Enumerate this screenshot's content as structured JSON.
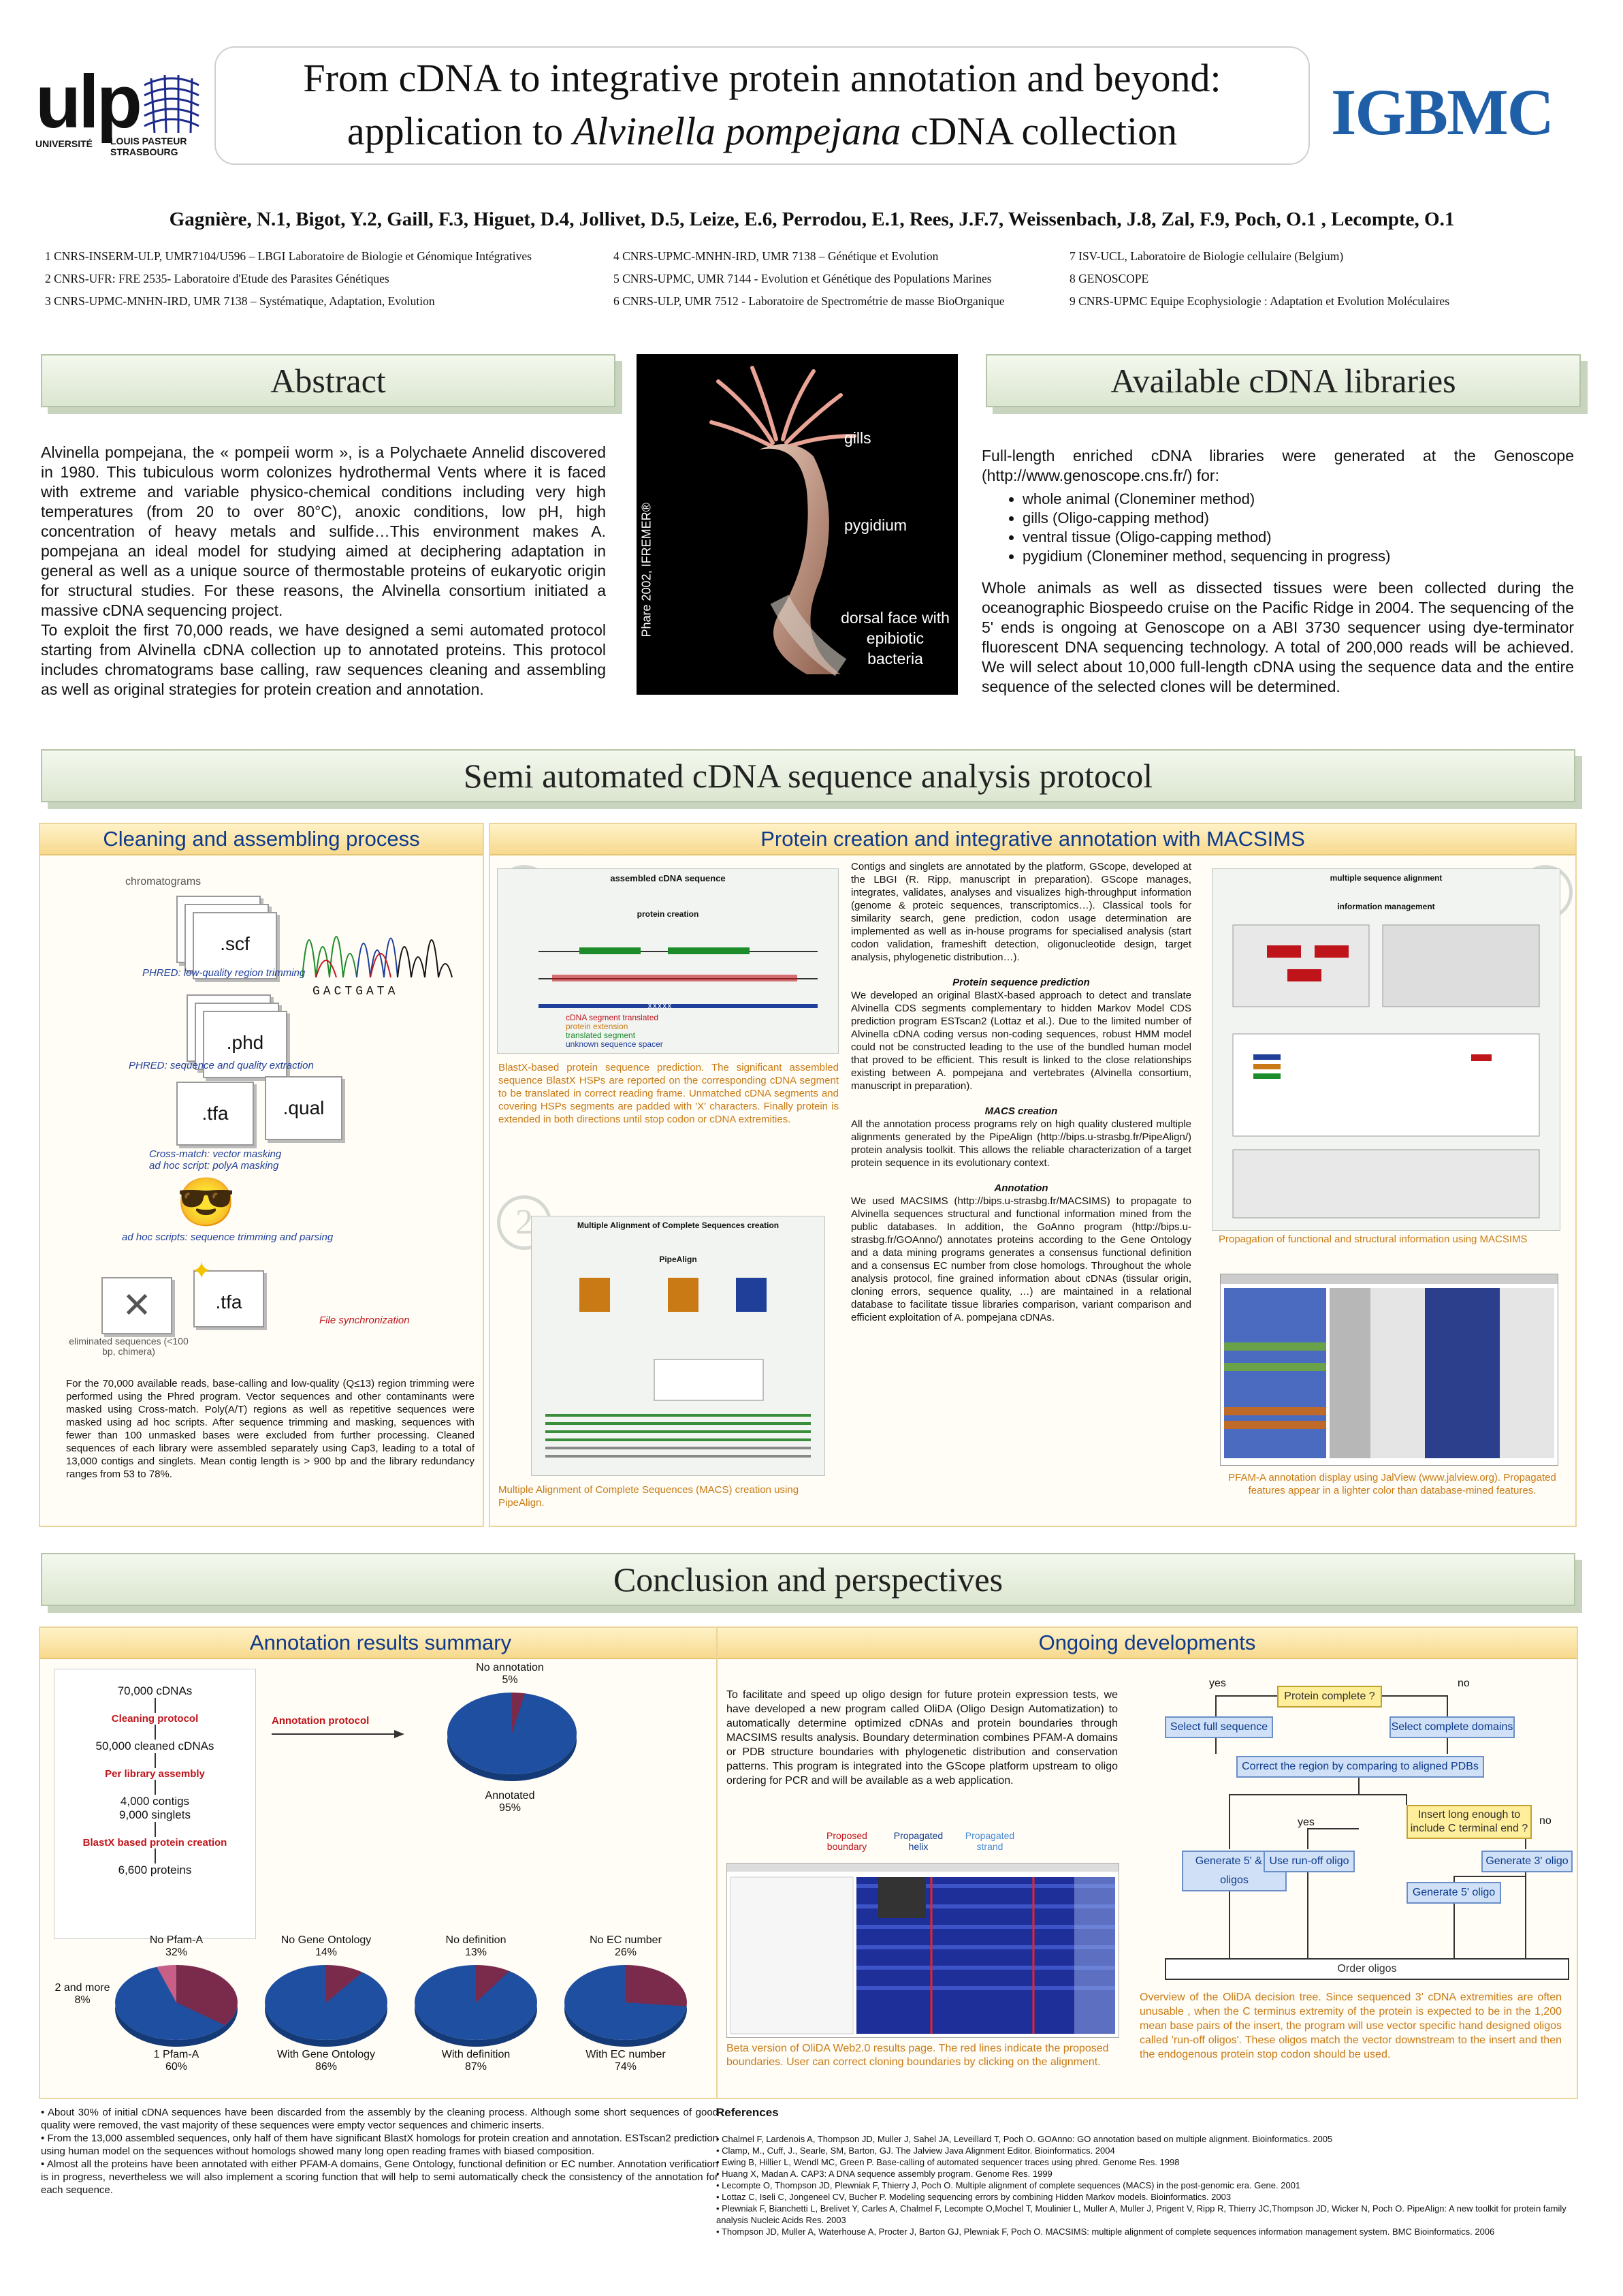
{
  "header": {
    "ulp_logo": "ulp",
    "ulp_sub1": "UNIVERSITÉ",
    "ulp_sub2": "LOUIS PASTEUR",
    "ulp_sub3": "STRASBOURG",
    "title_line1": "From cDNA to integrative protein annotation and beyond:",
    "title_line2_pre": "application to ",
    "title_line2_italic": "Alvinella pompejana",
    "title_line2_post": " cDNA collection",
    "igbmc_logo": "IGBMC",
    "authors": "Gagnière, N.1, Bigot, Y.2, Gaill, F.3, Higuet, D.4, Jollivet, D.5, Leize, E.6, Perrodou, E.1, Rees, J.F.7, Weissenbach, J.8, Zal, F.9, Poch, O.1 , Lecompte, O.1",
    "affiliations": [
      "1 CNRS-INSERM-ULP, UMR7104/U596 – LBGI Laboratoire de Biologie et Génomique Intégratives",
      "2 CNRS-UFR: FRE 2535- Laboratoire d'Etude des Parasites Génétiques",
      "3 CNRS-UPMC-MNHN-IRD, UMR 7138 – Systématique, Adaptation, Evolution",
      "4 CNRS-UPMC-MNHN-IRD, UMR 7138 – Génétique et Evolution",
      "5 CNRS-UPMC, UMR 7144 - Evolution et Génétique des Populations Marines",
      "6 CNRS-ULP, UMR 7512 - Laboratoire de Spectrométrie de masse BioOrganique",
      "7 ISV-UCL, Laboratoire de Biologie cellulaire (Belgium)",
      "8 GENOSCOPE",
      "9 CNRS-UPMC Equipe Ecophysiologie : Adaptation et Evolution Moléculaires"
    ]
  },
  "abstract": {
    "title": "Abstract",
    "p1": "Alvinella pompejana, the « pompeii worm », is a Polychaete Annelid discovered in 1980. This tubiculous worm colonizes hydrothermal Vents where it is faced with extreme and variable physico-chemical conditions including very high temperatures (from 20 to over 80°C), anoxic conditions, low pH, high concentration of heavy metals and sulfide…This environment makes A. pompejana an ideal model for studying aimed at deciphering adaptation in general as well as a unique source of thermostable proteins of eukaryotic origin for structural studies. For these reasons, the Alvinella consortium initiated a massive cDNA sequencing project.",
    "p2": "To exploit the first 70,000 reads, we have designed a semi automated protocol starting from Alvinella cDNA collection up to annotated proteins. This protocol includes chromatograms base calling, raw sequences cleaning and assembling as well as original strategies for protein creation and annotation."
  },
  "photo": {
    "label_gills": "gills",
    "label_pygidium": "pygidium",
    "label_dorsal": "dorsal face with epibiotic bacteria",
    "credit": "Phare 2002, IFREMER®"
  },
  "libraries": {
    "title": "Available cDNA libraries",
    "intro": "Full-length enriched cDNA libraries were generated at the Genoscope (http://www.genoscope.cns.fr/) for:",
    "items": [
      "whole animal (Cloneminer method)",
      "gills (Oligo-capping method)",
      "ventral tissue (Oligo-capping method)",
      "pygidium (Cloneminer method, sequencing in progress)"
    ],
    "p2": "Whole animals as well as dissected tissues were been collected during the oceanographic Biospeedo cruise on the Pacific Ridge in 2004. The sequencing of the 5' ends is ongoing at Genoscope on a ABI 3730 sequencer using dye-terminator fluorescent DNA sequencing technology. A total of 200,000 reads will be achieved. We will select about 10,000 full-length cDNA using the sequence data and the entire sequence of the selected clones will be determined."
  },
  "protocol": {
    "title": "Semi automated cDNA sequence analysis protocol",
    "cleaning": {
      "title": "Cleaning and assembling process",
      "chromatograms": "chromatograms",
      "scf": ".scf",
      "phred1": "PHRED: low-quality region trimming",
      "seq": "GACTGATA",
      "phd": ".phd",
      "phred2": "PHRED: sequence and quality extraction",
      "tfa": ".tfa",
      "qual": ".qual",
      "crossmatch": "Cross-match: vector masking",
      "adhoc1": "ad hoc script: polyA masking",
      "adhoc2": "ad hoc scripts: sequence trimming and parsing",
      "filesync": "File synchronization",
      "eliminated": "eliminated sequences (<100 bp, chimera)",
      "text": "For the 70,000 available reads, base-calling and low-quality (Q≤13) region trimming were performed using the Phred program. Vector sequences and other contaminants were masked using Cross-match. Poly(A/T) regions as well as repetitive sequences were masked using ad hoc scripts. After sequence trimming and masking, sequences with fewer than 100 unmasked bases were excluded from further processing. Cleaned sequences of each library were assembled separately using Cap3, leading to a total of 13,000 contigs and singlets. Mean contig length is > 900 bp and the library redundancy ranges from 53 to 78%."
    },
    "macsims": {
      "title": "Protein creation and integrative annotation with MACSIMS",
      "fig1_title": "assembled cDNA sequence",
      "fig1_sub": "protein creation",
      "fig1_legend": [
        "cDNA segment translated",
        "protein extension",
        "translated segment",
        "unknown sequence spacer"
      ],
      "fig1_caption": "BlastX-based protein sequence prediction. The significant assembled sequence BlastX HSPs are reported on the corresponding cDNA segment to be translated in correct reading frame. Unmatched cDNA segments and covering HSPs segments are padded with 'X' characters. Finally protein is extended in both directions until stop codon or cDNA extremities.",
      "fig2_title": "Multiple Alignment of Complete Sequences creation",
      "fig2_sub": "PipeAlign",
      "fig2_caption": "Multiple Alignment of Complete Sequences (MACS) creation using PipeAlign.",
      "mid_intro": "Contigs and singlets are annotated by the platform, GScope, developed at the LBGI (R. Ripp, manuscript in preparation). GScope manages, integrates, validates, analyses and visualizes high-throughput information (genome & proteic sequences, transcriptomics…). Classical tools for similarity search, gene prediction, codon usage determination are implemented as well as in-house programs for specialised analysis (start codon validation, frameshift detection, oligonucleotide design, target analysis, phylogenetic distribution…).",
      "h1": "Protein sequence prediction",
      "t1": "We developed an original BlastX-based approach to detect and translate Alvinella CDS segments complementary to hidden Markov Model CDS prediction program ESTscan2 (Lottaz et al.). Due to the limited number of Alvinella cDNA coding versus non-coding sequences, robust HMM model could not be constructed leading to the use of the bundled human model that proved to be efficient. This result is linked to the close relationships existing between A. pompejana and vertebrates (Alvinella consortium, manuscript in preparation).",
      "h2": "MACS creation",
      "t2": "All the annotation process programs rely on high quality clustered multiple alignments generated by the PipeAlign (http://bips.u-strasbg.fr/PipeAlign/) protein analysis toolkit. This allows the reliable characterization of a target protein sequence in its evolutionary context.",
      "h3": "Annotation",
      "t3": "We used MACSIMS (http://bips.u-strasbg.fr/MACSIMS) to propagate to Alvinella sequences structural and functional information mined from the public databases. In addition, the GoAnno program (http://bips.u-strasbg.fr/GOAnno/) annotates proteins according to the Gene Ontology and a data mining programs generates a consensus functional definition and a consensus EC number from close homologs. Throughout the whole analysis protocol, fine grained information about cDNAs (tissular origin, cloning errors, sequence quality, …) are maintained in a relational database to facilitate tissue libraries comparison, variant comparison and efficient exploitation of A. pompejana cDNAs.",
      "fig3_title": "multiple sequence alignment",
      "fig3_sub": "information management",
      "fig3_caption": "Propagation of functional and structural information using MACSIMS",
      "fig4_caption": "PFAM-A annotation display using JalView (www.jalview.org). Propagated features appear in a lighter color than database-mined features."
    }
  },
  "conclusion": {
    "title": "Conclusion and perspectives",
    "summary": {
      "title": "Annotation results summary",
      "flow": [
        "70,000 cDNAs",
        "Cleaning protocol",
        "50,000 cleaned cDNAs",
        "Per library assembly",
        "4,000 contigs",
        "9,000 singlets",
        "BlastX based protein creation",
        "6,600 proteins"
      ],
      "annot_protocol": "Annotation protocol",
      "pie_main": {
        "top_label": "No annotation",
        "top_pct": "5%",
        "bot_label": "Annotated",
        "bot_pct": "95%"
      },
      "pies": [
        {
          "top": "No Pfam-A",
          "top_pct": "32%",
          "bot": "1 Pfam-A",
          "bot_pct": "60%",
          "side": "2 and more",
          "side_pct": "8%"
        },
        {
          "top": "No Gene Ontology",
          "top_pct": "14%",
          "bot": "With Gene Ontology",
          "bot_pct": "86%"
        },
        {
          "top": "No definition",
          "top_pct": "13%",
          "bot": "With definition",
          "bot_pct": "87%"
        },
        {
          "top": "No EC number",
          "top_pct": "26%",
          "bot": "With EC number",
          "bot_pct": "74%"
        }
      ],
      "bullets": [
        "About 30% of initial cDNA sequences have been discarded from the assembly by the cleaning process. Although some short sequences of good quality were removed, the vast majority of these sequences were empty vector sequences and chimeric inserts.",
        "From the 13,000 assembled sequences, only half of them have significant BlastX homologs for protein creation and annotation. ESTscan2 prediction using human model on the sequences without homologs showed many long open reading frames with biased composition.",
        "Almost all the proteins have been annotated with either PFAM-A domains, Gene Ontology, functional definition or EC number. Annotation verification is in progress, nevertheless we will also implement a scoring function that will help to semi automatically check the consistency of the annotation for each sequence."
      ]
    },
    "ongoing": {
      "title": "Ongoing developments",
      "text": "To facilitate and speed up oligo design for future protein expression tests, we have developed a new program called OliDA (Oligo Design Automatization) to automatically determine optimized cDNAs and protein boundaries through MACSIMS results analysis. Boundary determination combines PFAM-A domains or PDB structure boundaries with phylogenetic distribution and conservation patterns. This program is integrated into the GScope platform upstream to oligo ordering for PCR and will be available as a web application.",
      "screen_labels": [
        "Proposed boundary",
        "Propagated helix",
        "Propagated strand"
      ],
      "screen_caption": "Beta version of OliDA Web2.0 results page. The red lines indicate the proposed boundaries. User can correct cloning boundaries by clicking on the alignment.",
      "flow": {
        "yes": "yes",
        "no": "no",
        "q1": "Protein complete ?",
        "full": "Select full sequence",
        "domains": "Select complete domains",
        "correct": "Correct the region by comparing to aligned PDBs",
        "q2": "Insert long enough to include C terminal end ?",
        "g53": "Generate 5' & 3' oligos",
        "runoff": "Use run-off oligo",
        "g3": "Generate 3' oligo",
        "g5": "Generate 5' oligo",
        "order": "Order oligos"
      },
      "flow_caption": "Overview of the OliDA decision tree. Since sequenced 3' cDNA extremities are often unusable , when the C terminus extremity of the protein is expected to be in the 1,200 mean base pairs of the insert, the program will use vector specific hand designed oligos called 'run-off oligos'. These oligos match the vector downstream to the insert and then the endogenous protein stop codon should be used."
    },
    "references": {
      "title": "References",
      "items": [
        "Chalmel F, Lardenois A, Thompson JD, Muller J, Sahel JA, Leveillard T, Poch O.  GOAnno: GO annotation based on multiple alignment. Bioinformatics. 2005",
        "Clamp, M., Cuff, J., Searle, SM, Barton, GJ. The Jalview Java Alignment Editor. Bioinformatics. 2004",
        "Ewing B, Hillier L, Wendl MC, Green P.  Base-calling of automated sequencer traces using phred. Genome Res. 1998",
        "Huang X, Madan A.  CAP3: A DNA sequence assembly program. Genome Res. 1999",
        "Lecompte O, Thompson JD, Plewniak F, Thierry J, Poch O.  Multiple alignment of complete sequences (MACS) in the post-genomic era. Gene. 2001",
        "Lottaz C, Iseli C, Jongeneel CV, Bucher P.  Modeling sequencing errors by combining Hidden Markov models. Bioinformatics. 2003",
        "Plewniak F, Bianchetti L, Brelivet Y, Carles A, Chalmel F, Lecompte O,Mochel T, Moulinier L, Muller A, Muller J, Prigent V, Ripp R, Thierry JC,Thompson JD, Wicker N, Poch O. PipeAlign: A new toolkit for protein family analysis Nucleic Acids Res. 2003",
        "Thompson JD, Muller A, Waterhouse A, Procter J, Barton GJ, Plewniak F, Poch O. MACSIMS: multiple alignment of complete sequences information management system. BMC Bioinformatics. 2006"
      ]
    }
  },
  "colors": {
    "pie_blue": "#1e4fa0",
    "pie_maroon": "#7a2a4a",
    "accent_blue": "#0d3a8c",
    "accent_orange": "#c97a15"
  }
}
